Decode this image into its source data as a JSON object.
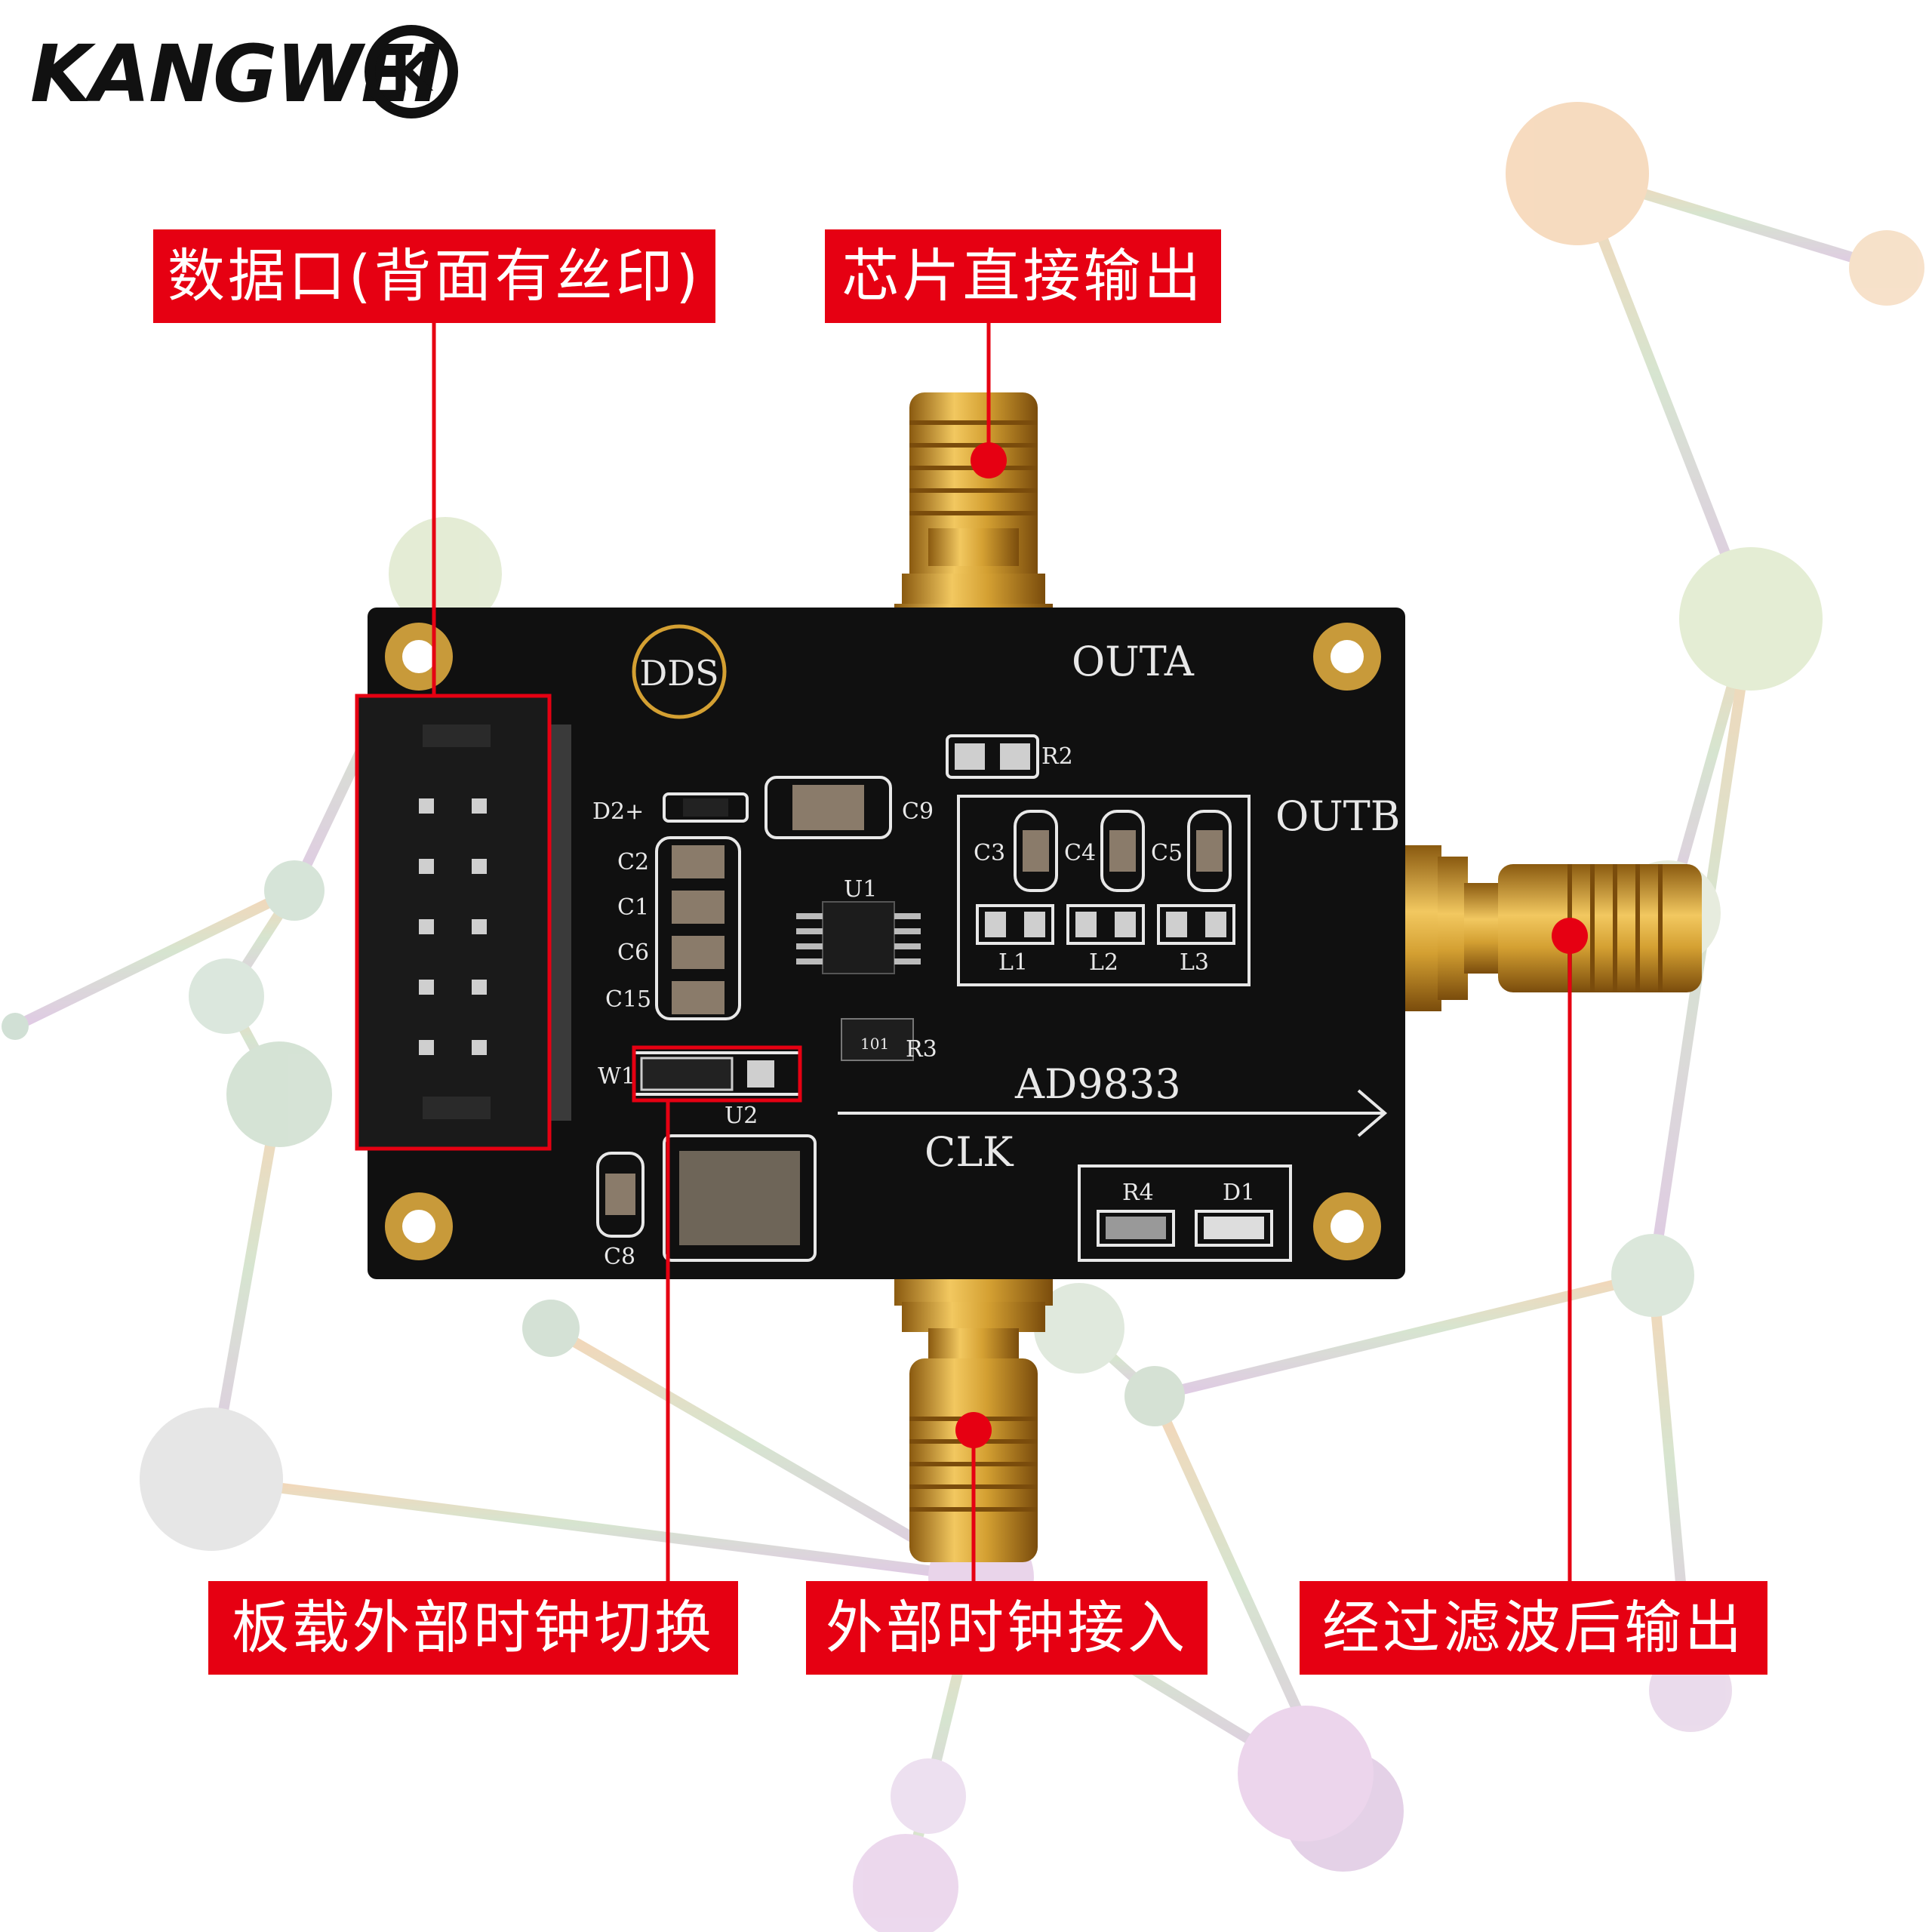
{
  "brand": {
    "logo_text": "KANGWEI",
    "badge_text": "K"
  },
  "callouts": {
    "data_port": "数据口(背面有丝印)",
    "chip_output": "芯片直接输出",
    "clock_switch": "板载外部时钟切换",
    "ext_clock_in": "外部时钟接入",
    "filtered_output": "经过滤波后输出"
  },
  "silkscreen": {
    "dds": "DDS",
    "outa": "OUTA",
    "outb": "OUTB",
    "clk": "CLK",
    "chip": "AD9833",
    "d2": "D2+",
    "c9": "C9",
    "c2": "C2",
    "c1": "C1",
    "c6": "C6",
    "c15": "C15",
    "u1": "U1",
    "c3": "C3",
    "c4": "C4",
    "c5": "C5",
    "l1": "L1",
    "l2": "L2",
    "l3": "L3",
    "r3": "R3",
    "r3_value": "101",
    "w1": "W1",
    "u2": "U2",
    "c8": "C8",
    "r4": "R4",
    "d1": "D1",
    "r2": "R2"
  },
  "colors": {
    "callout_red": "#e60012",
    "pcb_black": "#101010",
    "gold": "#d4a032",
    "silk_white": "#e8e8e8"
  }
}
